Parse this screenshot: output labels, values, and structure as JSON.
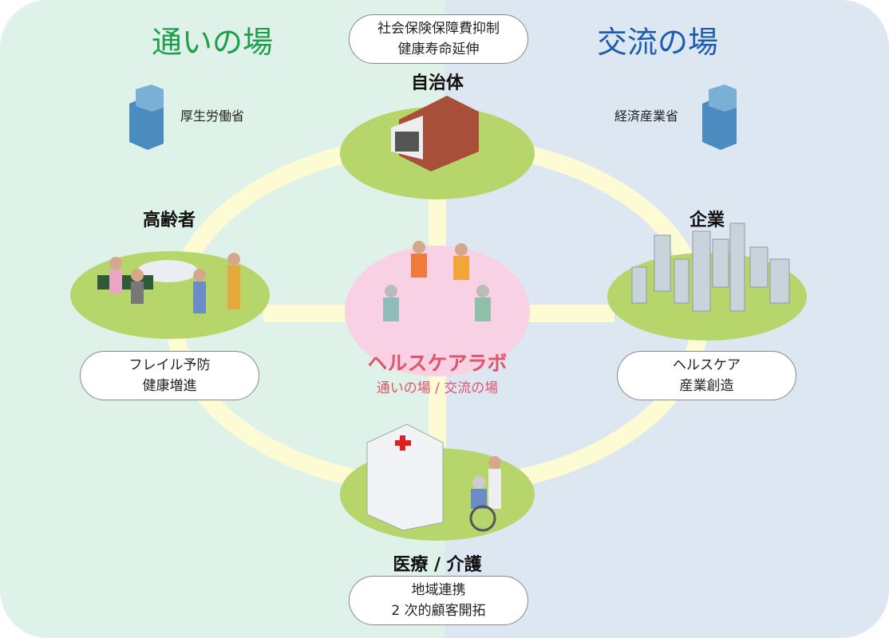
{
  "left_title": "通いの場",
  "right_title": "交流の場",
  "top": {
    "pill": [
      "社会保険保障費抑制",
      "健康寿命延伸"
    ],
    "heading": "自治体"
  },
  "left": {
    "heading": "高齢者",
    "pill": [
      "フレイル予防",
      "健康増進"
    ],
    "ministry": "厚生労働省"
  },
  "right": {
    "heading": "企業",
    "pill": [
      "ヘルスケア",
      "産業創造"
    ],
    "ministry": "経済産業省"
  },
  "bottom": {
    "heading": "医療 / 介護",
    "pill": [
      "地域連携",
      "2 次的顧客開拓"
    ]
  },
  "center": {
    "title": "ヘルスケアラボ",
    "subtitle": "通いの場 / 交流の場"
  },
  "colors": {
    "left_bg": "#dff2e9",
    "right_bg": "#dde7f2",
    "ring": "#fdfbd3",
    "island": "#b6d66c",
    "hub": "#f8d2e4",
    "accent_green": "#1e9e4b",
    "accent_blue": "#1d5db0",
    "accent_pink": "#e1546d"
  }
}
